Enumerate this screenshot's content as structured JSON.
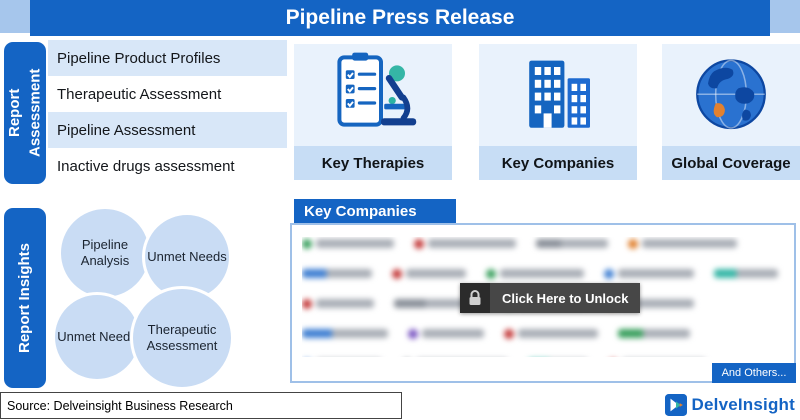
{
  "banner": {
    "title": "Pipeline Press Release"
  },
  "report_assessment": {
    "label": "Report Assessment",
    "items": [
      "Pipeline Product Profiles",
      "Therapeutic Assessment",
      "Pipeline Assessment",
      "Inactive drugs assessment"
    ]
  },
  "feature_cards": [
    {
      "label": "Key Therapies",
      "icon": "clipboard-microscope-icon"
    },
    {
      "label": "Key Companies",
      "icon": "buildings-icon"
    },
    {
      "label": "Global Coverage",
      "icon": "globe-icon"
    }
  ],
  "report_insights": {
    "label": "Report Insights",
    "circles": [
      "Pipeline Analysis",
      "Unmet Needs",
      "Unmet Needs",
      "Therapeutic Assessment"
    ]
  },
  "key_companies": {
    "header": "Key Companies",
    "unlock_label": "Click Here to Unlock",
    "and_others": "And Others...",
    "logos": [
      {
        "c": "#3aa05e",
        "w": 78,
        "dot": true
      },
      {
        "c": "#c43a3a",
        "w": 88,
        "dot": true
      },
      {
        "c": "#8a9099",
        "w": 72,
        "dot": false
      },
      {
        "c": "#e0802e",
        "w": 95,
        "dot": true
      },
      {
        "c": "#3f7fd2",
        "w": 70,
        "dot": false
      },
      {
        "c": "#c43a3a",
        "w": 60,
        "dot": true
      },
      {
        "c": "#3aa05e",
        "w": 84,
        "dot": true
      },
      {
        "c": "#3f7fd2",
        "w": 76,
        "dot": true
      },
      {
        "c": "#35b6a6",
        "w": 64,
        "dot": false
      },
      {
        "c": "#c43a3a",
        "w": 58,
        "dot": true
      },
      {
        "c": "#8a9099",
        "w": 90,
        "dot": false
      },
      {
        "c": "#3aa05e",
        "w": 68,
        "dot": true
      },
      {
        "c": "#e0802e",
        "w": 74,
        "dot": true
      },
      {
        "c": "#3f7fd2",
        "w": 86,
        "dot": false
      },
      {
        "c": "#7a56c2",
        "w": 62,
        "dot": true
      },
      {
        "c": "#c43a3a",
        "w": 80,
        "dot": true
      },
      {
        "c": "#3aa05e",
        "w": 72,
        "dot": false
      },
      {
        "c": "#3f7fd2",
        "w": 66,
        "dot": true
      },
      {
        "c": "#8a9099",
        "w": 92,
        "dot": true
      },
      {
        "c": "#35b6a6",
        "w": 60,
        "dot": false
      },
      {
        "c": "#c43a3a",
        "w": 84,
        "dot": true
      },
      {
        "c": "#3aa05e",
        "w": 64,
        "dot": true
      },
      {
        "c": "#e0802e",
        "w": 70,
        "dot": false
      },
      {
        "c": "#3f7fd2",
        "w": 88,
        "dot": true
      },
      {
        "c": "#8a9099",
        "w": 62,
        "dot": true
      },
      {
        "c": "#c43a3a",
        "w": 76,
        "dot": false
      },
      {
        "c": "#3aa05e",
        "w": 90,
        "dot": true
      },
      {
        "c": "#3f7fd2",
        "w": 58,
        "dot": true
      },
      {
        "c": "#e0802e",
        "w": 82,
        "dot": false
      },
      {
        "c": "#35b6a6",
        "w": 68,
        "dot": true
      }
    ]
  },
  "footer": {
    "source": "Source: Delveinsight Business Research",
    "brand": "DelveInsight"
  },
  "colors": {
    "primary": "#1464C4",
    "row_alt": "#D8E7F8",
    "card_icon_bg": "#E9F2FC",
    "card_label_bg": "#C7DDF5",
    "corner": "#A6C6EC"
  }
}
